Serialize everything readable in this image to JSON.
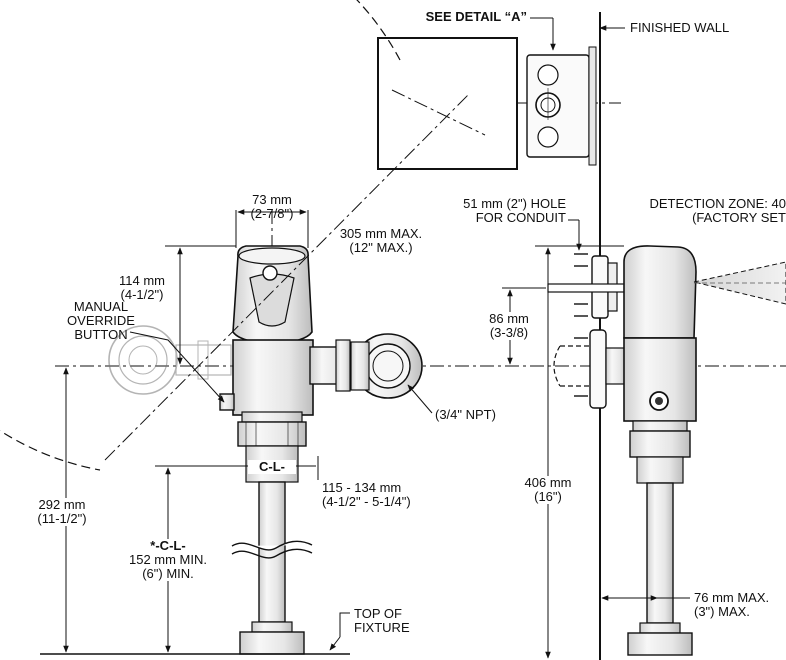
{
  "labels": {
    "see_detail": "SEE DETAIL “A”",
    "finished_wall": "FINISHED WALL",
    "width_73_mm": "73 mm",
    "width_73_in": "(2-7/8\")",
    "radius_mm": "305 mm MAX.",
    "radius_in": "(12\" MAX.)",
    "height_114_mm": "114 mm",
    "height_114_in": "(4-1/2\")",
    "manual_override_1": "MANUAL",
    "manual_override_2": "OVERRIDE",
    "manual_override_3": "BUTTON",
    "npt": "(3/4\" NPT)",
    "cl_center": "C-L-",
    "offset_mm": "115 - 134 mm",
    "offset_in": "(4-1/2\" - 5-1/4\")",
    "height_292_mm": "292 mm",
    "height_292_in": "(11-1/2\")",
    "cl_star": "*-C-L-",
    "min_152_mm": "152 mm MIN.",
    "min_152_in": "(6\") MIN.",
    "top_of_fixture_1": "TOP OF",
    "top_of_fixture_2": "FIXTURE",
    "hole_1": "51 mm (2\") HOLE",
    "hole_2": "FOR CONDUIT",
    "detection_1": "DETECTION ZONE: 40",
    "detection_2": "(FACTORY SET",
    "height_86_mm": "86 mm",
    "height_86_in": "(3-3/8)",
    "height_406_mm": "406 mm",
    "height_406_in": "(16\")",
    "max_76_mm": "76 mm MAX.",
    "max_76_in": "(3\") MAX."
  }
}
